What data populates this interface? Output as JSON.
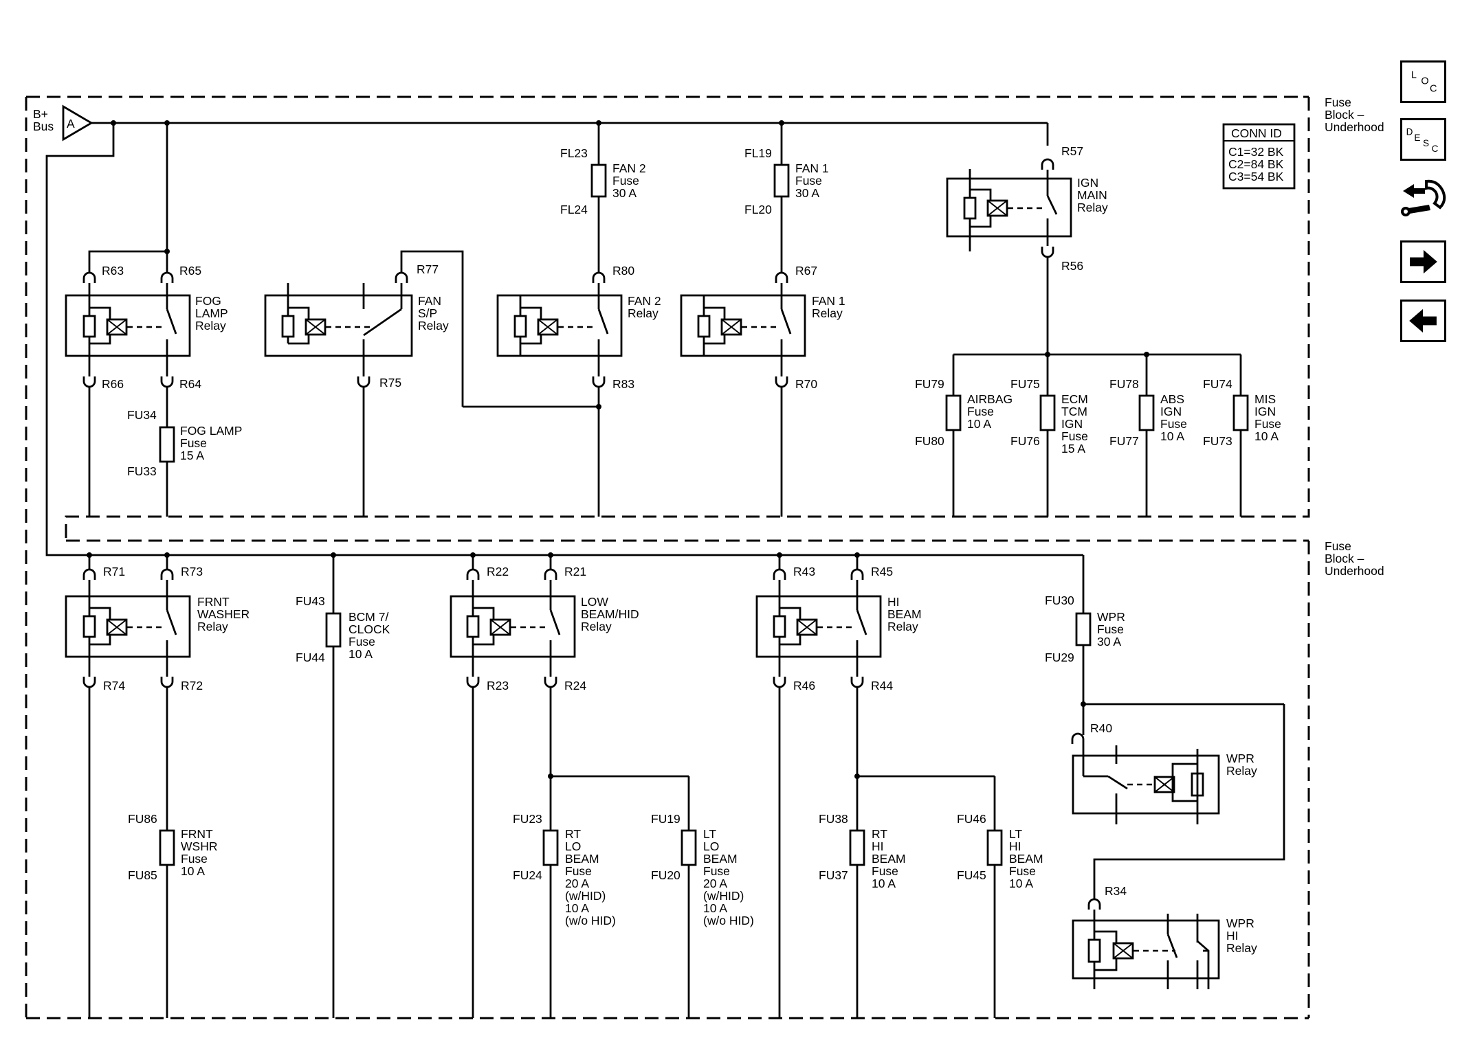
{
  "bus": {
    "label_line1": "B+",
    "label_line2": "Bus",
    "connector": "A"
  },
  "block_label": {
    "line1": "Fuse",
    "line2": "Block –",
    "line3": "Underhood"
  },
  "conn_id": {
    "title": "CONN ID",
    "lines": [
      "C1=32 BK",
      "C2=84 BK",
      "C3=54 BK"
    ]
  },
  "top": {
    "fog_relay": {
      "in_a": "R63",
      "in_b": "R65",
      "out_a": "R66",
      "out_b": "R64",
      "name": [
        "FOG",
        "LAMP",
        "Relay"
      ]
    },
    "fog_fuse": {
      "top": "FU34",
      "bottom": "FU33",
      "name": [
        "FOG LAMP",
        "Fuse",
        "15 A"
      ]
    },
    "fansp_relay": {
      "in": "R77",
      "out": "R75",
      "name": [
        "FAN",
        "S/P",
        "Relay"
      ]
    },
    "fan2_fuse": {
      "top": "FL23",
      "bottom": "FL24",
      "name": [
        "FAN 2",
        "Fuse",
        "30 A"
      ]
    },
    "fan2_relay": {
      "in": "R80",
      "out": "R83",
      "name": [
        "FAN 2",
        "Relay"
      ]
    },
    "fan1_fuse": {
      "top": "FL19",
      "bottom": "FL20",
      "name": [
        "FAN 1",
        "Fuse",
        "30 A"
      ]
    },
    "fan1_relay": {
      "in": "R67",
      "out": "R70",
      "name": [
        "FAN 1",
        "Relay"
      ]
    },
    "ign_relay": {
      "in": "R57",
      "out": "R56",
      "name": [
        "IGN",
        "MAIN",
        "Relay"
      ]
    },
    "ign_fuses": [
      {
        "top": "FU79",
        "bottom": "FU80",
        "name": [
          "AIRBAG",
          "Fuse",
          "10 A"
        ]
      },
      {
        "top": "FU75",
        "bottom": "FU76",
        "name": [
          "ECM",
          "TCM",
          "IGN",
          "Fuse",
          "15 A"
        ]
      },
      {
        "top": "FU78",
        "bottom": "FU77",
        "name": [
          "ABS",
          "IGN",
          "Fuse",
          "10 A"
        ]
      },
      {
        "top": "FU74",
        "bottom": "FU73",
        "name": [
          "MIS",
          "IGN",
          "Fuse",
          "10 A"
        ]
      }
    ]
  },
  "bottom": {
    "washer_relay": {
      "in_a": "R71",
      "in_b": "R73",
      "out_a": "R74",
      "out_b": "R72",
      "name": [
        "FRNT",
        "WASHER",
        "Relay"
      ]
    },
    "washer_fuse": {
      "top": "FU86",
      "bottom": "FU85",
      "name": [
        "FRNT",
        "WSHR",
        "Fuse",
        "10 A"
      ]
    },
    "bcm_fuse": {
      "top": "FU43",
      "bottom": "FU44",
      "name": [
        "BCM 7/",
        "CLOCK",
        "Fuse",
        "10 A"
      ]
    },
    "lo_relay": {
      "in_a": "R22",
      "in_b": "R21",
      "out_a": "R23",
      "out_b": "R24",
      "name": [
        "LOW",
        "BEAM/HID",
        "Relay"
      ]
    },
    "rt_lo_fuse": {
      "top": "FU23",
      "bottom": "FU24",
      "name": [
        "RT",
        "LO",
        "BEAM",
        "Fuse",
        "20 A",
        "(w/HID)",
        "10 A",
        "(w/o HID)"
      ]
    },
    "lt_lo_fuse": {
      "top": "FU19",
      "bottom": "FU20",
      "name": [
        "LT",
        "LO",
        "BEAM",
        "Fuse",
        "20 A",
        "(w/HID)",
        "10 A",
        "(w/o HID)"
      ]
    },
    "hi_relay": {
      "in_a": "R43",
      "in_b": "R45",
      "out_a": "R46",
      "out_b": "R44",
      "name": [
        "HI",
        "BEAM",
        "Relay"
      ]
    },
    "rt_hi_fuse": {
      "top": "FU38",
      "bottom": "FU37",
      "name": [
        "RT",
        "HI",
        "BEAM",
        "Fuse",
        "10 A"
      ]
    },
    "lt_hi_fuse": {
      "top": "FU46",
      "bottom": "FU45",
      "name": [
        "LT",
        "HI",
        "BEAM",
        "Fuse",
        "10 A"
      ]
    },
    "wpr_fuse": {
      "top": "FU30",
      "bottom": "FU29",
      "name": [
        "WPR",
        "Fuse",
        "30 A"
      ]
    },
    "wpr_relay": {
      "in": "R40",
      "name": [
        "WPR",
        "Relay"
      ]
    },
    "wpr_hi_relay": {
      "in": "R34",
      "name": [
        "WPR",
        "HI",
        "Relay"
      ]
    }
  },
  "nav": [
    {
      "name": "loc-button",
      "icon": "loc-icon",
      "letters": [
        "L",
        "O",
        "C"
      ]
    },
    {
      "name": "desc-button",
      "icon": "desc-icon",
      "letters": [
        "D",
        "E",
        "S",
        "C"
      ]
    },
    {
      "name": "connector-tool-button",
      "icon": "connector-wrench-icon"
    },
    {
      "name": "next-button",
      "icon": "arrow-right-icon"
    },
    {
      "name": "previous-button",
      "icon": "arrow-left-icon"
    }
  ]
}
